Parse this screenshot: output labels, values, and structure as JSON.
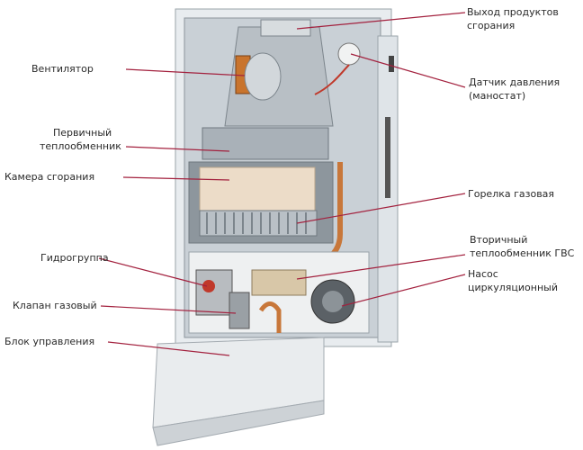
{
  "labels": {
    "exhaust": [
      "Выход продуктов",
      "сгорания"
    ],
    "pressure_sensor": [
      "Датчик давления",
      "(маностат)"
    ],
    "fan": "Вентилятор",
    "primary_hx": [
      "Первичный",
      "теплообменник"
    ],
    "combustion_chamber": "Камера сгорания",
    "burner": "Горелка газовая",
    "secondary_hx": [
      "Вторичный",
      "теплообменник ГВС"
    ],
    "pump": [
      "Насос",
      "циркуляционный"
    ],
    "hydro_group": "Гидрогруппа",
    "gas_valve": "Клапан газовый",
    "control_unit": "Блок управления"
  },
  "colors": {
    "leader": "#a3213e",
    "text": "#2a2a2a"
  }
}
